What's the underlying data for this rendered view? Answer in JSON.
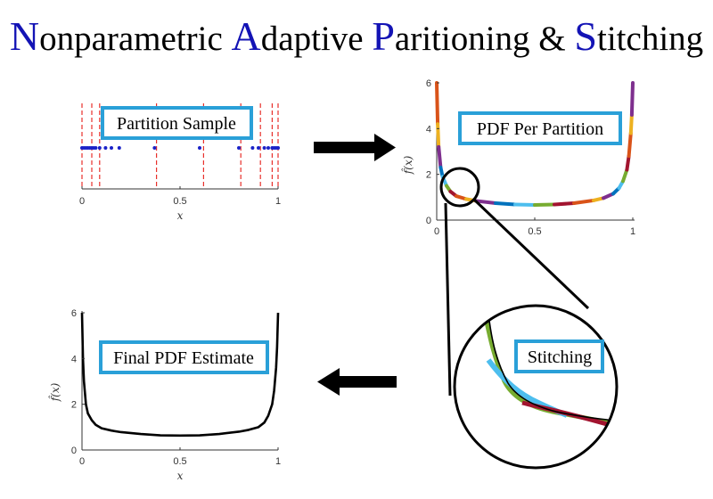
{
  "title": {
    "segments": [
      {
        "cap": "N",
        "rest": "onparametric "
      },
      {
        "cap": "A",
        "rest": "daptive "
      },
      {
        "cap": "P",
        "rest": "aritioning & "
      },
      {
        "cap": "S",
        "rest": "titching"
      }
    ]
  },
  "labels": {
    "partition_sample": "Partition Sample",
    "pdf_per_partition": "PDF Per Partition",
    "stitching": "Stitching",
    "final_pdf": "Final PDF Estimate"
  },
  "axes": {
    "x_label": "x",
    "y_label": "f̂(x)",
    "x_ticks": [
      "0",
      "0.5",
      "1"
    ],
    "y_ticks": [
      "0",
      "2",
      "4",
      "6"
    ]
  },
  "colors": {
    "title_accent": "#1313b5",
    "box_border": "#2aa0d8",
    "partition_line": "#e8302b",
    "sample_point": "#1a22c8",
    "curve": "#000000"
  },
  "palette": [
    "#d95319",
    "#edb120",
    "#7e2f8e",
    "#0072bd",
    "#4dbeee",
    "#77ac30",
    "#a2142f"
  ],
  "chart_data": [
    {
      "type": "scatter",
      "name": "Partition Sample",
      "xlim": [
        0,
        1
      ],
      "partitions": [
        0.0,
        0.05,
        0.09,
        0.38,
        0.62,
        0.81,
        0.91,
        0.97,
        1.0
      ],
      "points": [
        0.0,
        0.01,
        0.02,
        0.03,
        0.04,
        0.05,
        0.06,
        0.07,
        0.09,
        0.12,
        0.15,
        0.19,
        0.37,
        0.6,
        0.8,
        0.87,
        0.9,
        0.93,
        0.95,
        0.97,
        0.98,
        0.99,
        1.0
      ]
    },
    {
      "type": "line",
      "name": "PDF Per Partition",
      "xlim": [
        0,
        1
      ],
      "ylim": [
        0,
        6
      ],
      "x": [
        0.0,
        0.005,
        0.01,
        0.02,
        0.03,
        0.05,
        0.07,
        0.1,
        0.15,
        0.2,
        0.3,
        0.4,
        0.5,
        0.6,
        0.7,
        0.8,
        0.85,
        0.9,
        0.93,
        0.95,
        0.97,
        0.98,
        0.99,
        0.995,
        1.0
      ],
      "y": [
        6.0,
        4.2,
        3.2,
        2.3,
        1.9,
        1.5,
        1.25,
        1.05,
        0.92,
        0.84,
        0.74,
        0.68,
        0.66,
        0.68,
        0.74,
        0.86,
        0.96,
        1.15,
        1.4,
        1.7,
        2.2,
        2.8,
        3.8,
        4.6,
        6.0
      ]
    },
    {
      "type": "line",
      "name": "Final PDF Estimate",
      "xlim": [
        0,
        1
      ],
      "ylim": [
        0,
        6
      ],
      "x": [
        0.0,
        0.005,
        0.01,
        0.02,
        0.03,
        0.05,
        0.07,
        0.1,
        0.15,
        0.2,
        0.3,
        0.4,
        0.5,
        0.6,
        0.7,
        0.8,
        0.85,
        0.9,
        0.93,
        0.95,
        0.97,
        0.98,
        0.99,
        0.995,
        1.0
      ],
      "y": [
        6.0,
        4.0,
        3.0,
        2.0,
        1.6,
        1.3,
        1.1,
        0.95,
        0.85,
        0.78,
        0.7,
        0.64,
        0.63,
        0.64,
        0.7,
        0.8,
        0.88,
        1.0,
        1.2,
        1.5,
        2.0,
        2.6,
        3.6,
        4.5,
        6.0
      ]
    }
  ]
}
